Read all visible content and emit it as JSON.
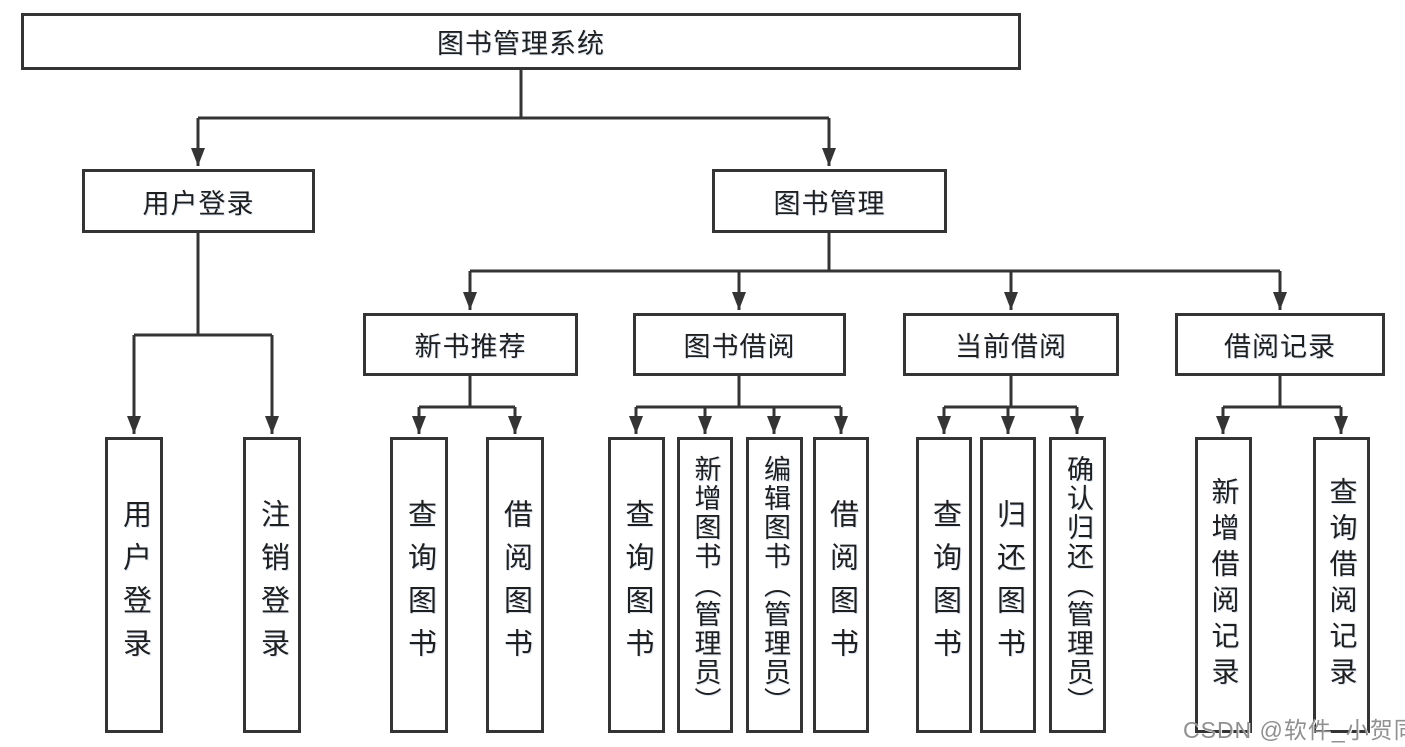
{
  "diagram": {
    "title": "图书管理系统",
    "nodes": {
      "root": {
        "label": "图书管理系统"
      },
      "user_login": {
        "label": "用户登录"
      },
      "book_mgmt": {
        "label": "图书管理"
      },
      "new_book_rec": {
        "label": "新书推荐"
      },
      "book_borrow": {
        "label": "图书借阅"
      },
      "current_borrow": {
        "label": "当前借阅"
      },
      "borrow_records": {
        "label": "借阅记录"
      },
      "user_login_leaf": {
        "label": "用户登录"
      },
      "logout_leaf": {
        "label": "注销登录"
      },
      "nb_query": {
        "label": "查询图书"
      },
      "nb_borrow": {
        "label": "借阅图书"
      },
      "bb_query": {
        "label": "查询图书"
      },
      "bb_add": {
        "label": "新增图书（管理员）"
      },
      "bb_edit": {
        "label": "编辑图书（管理员）"
      },
      "bb_borrow": {
        "label": "借阅图书"
      },
      "cb_query": {
        "label": "查询图书"
      },
      "cb_return": {
        "label": "归还图书"
      },
      "cb_confirm": {
        "label": "确认归还（管理员）"
      },
      "br_add": {
        "label": "新增借阅记录"
      },
      "br_query": {
        "label": "查询借阅记录"
      }
    },
    "edges": [
      {
        "from": "root",
        "to": "user_login"
      },
      {
        "from": "root",
        "to": "book_mgmt"
      },
      {
        "from": "user_login",
        "to": "user_login_leaf"
      },
      {
        "from": "user_login",
        "to": "logout_leaf"
      },
      {
        "from": "book_mgmt",
        "to": "new_book_rec"
      },
      {
        "from": "book_mgmt",
        "to": "book_borrow"
      },
      {
        "from": "book_mgmt",
        "to": "current_borrow"
      },
      {
        "from": "book_mgmt",
        "to": "borrow_records"
      },
      {
        "from": "new_book_rec",
        "to": "nb_query"
      },
      {
        "from": "new_book_rec",
        "to": "nb_borrow"
      },
      {
        "from": "book_borrow",
        "to": "bb_query"
      },
      {
        "from": "book_borrow",
        "to": "bb_add"
      },
      {
        "from": "book_borrow",
        "to": "bb_edit"
      },
      {
        "from": "book_borrow",
        "to": "bb_borrow"
      },
      {
        "from": "current_borrow",
        "to": "cb_query"
      },
      {
        "from": "current_borrow",
        "to": "cb_return"
      },
      {
        "from": "current_borrow",
        "to": "cb_confirm"
      },
      {
        "from": "borrow_records",
        "to": "br_add"
      },
      {
        "from": "borrow_records",
        "to": "br_query"
      }
    ],
    "colors": {
      "border": "#343434",
      "line": "#343434",
      "text": "#1f1f1f",
      "watermark": "#909090",
      "background": "#ffffff"
    },
    "watermark": "CSDN @软件_小贺同学"
  }
}
